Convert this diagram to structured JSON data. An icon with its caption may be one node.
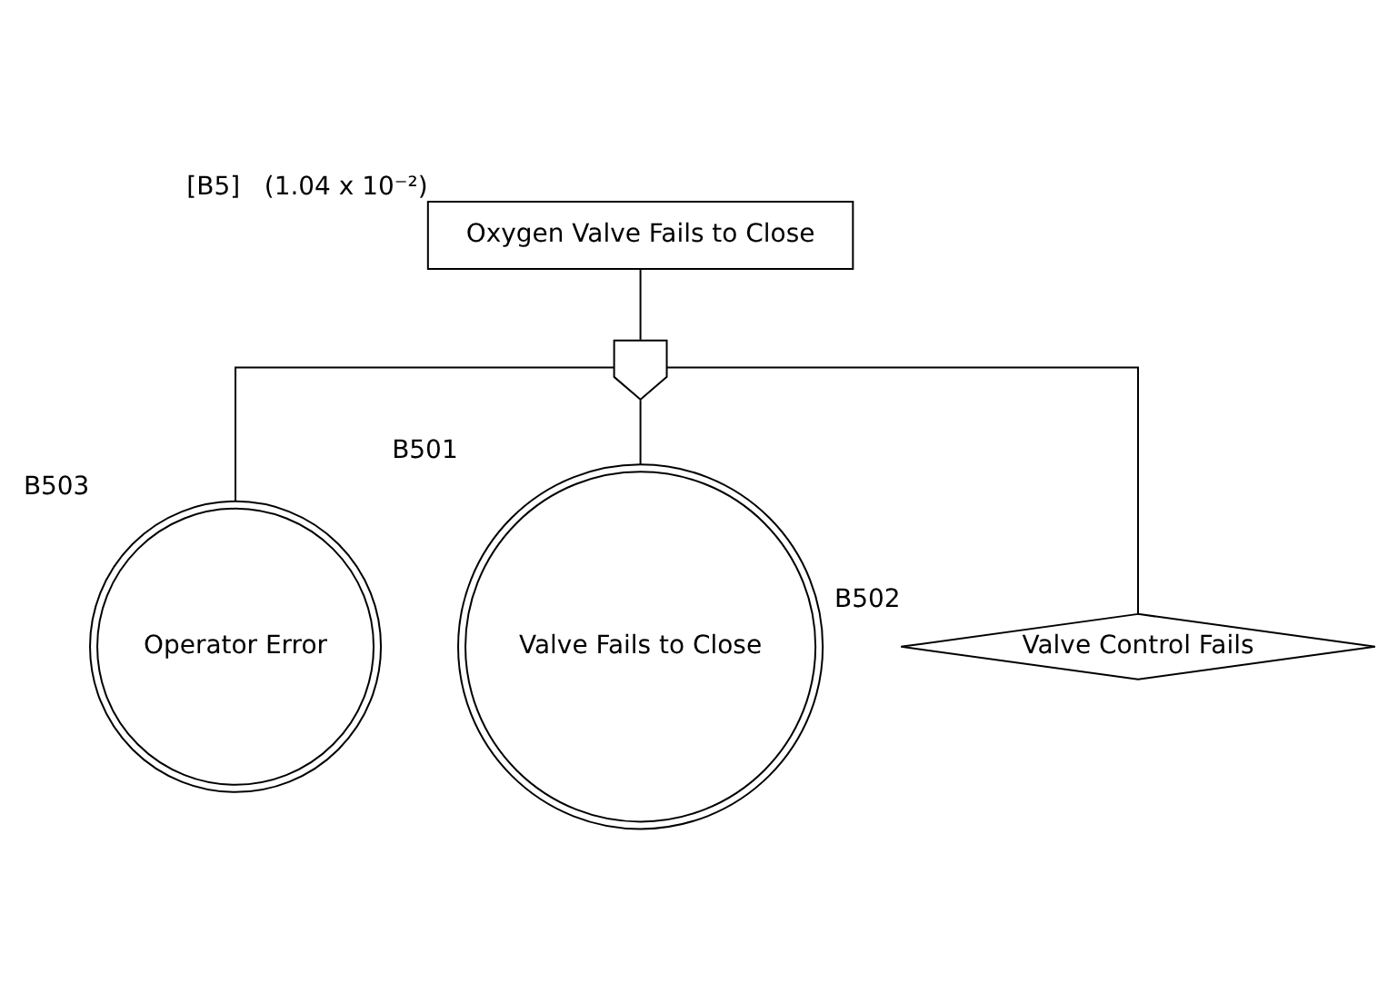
{
  "diagram": {
    "nodes": [
      {
        "text": [
          "Oxygen Valve Fails to Close"
        ],
        "beside": [
          "[B5]",
          "(1.04 x 10⁻²)"
        ]
      },
      {
        "text": [],
        "shape": "gate"
      },
      {
        "text": [
          "Operator Error"
        ],
        "beside": [
          "B503"
        ]
      },
      {
        "text": [
          "Valve Fails to Close"
        ],
        "beside": [
          "B501"
        ]
      },
      {
        "text": [
          "Valve Control Fails"
        ],
        "beside": [
          "B502"
        ]
      }
    ],
    "edges": [
      {
        "from": 1,
        "to": 0,
        "arrow": "none"
      },
      {
        "from": 2,
        "to": 1,
        "arrow": "none"
      },
      {
        "from": 3,
        "to": 1,
        "arrow": "none"
      },
      {
        "from": 4,
        "to": 1,
        "arrow": "none"
      }
    ]
  }
}
